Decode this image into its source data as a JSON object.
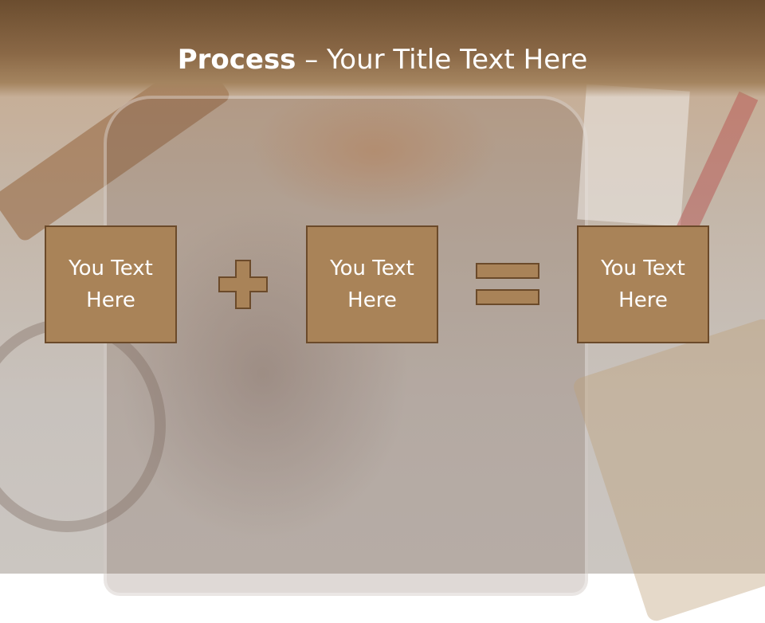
{
  "slide": {
    "title_bold": "Process",
    "title_rest": " – Your Title Text Here",
    "boxes": [
      {
        "line1": "You Text",
        "line2": "Here"
      },
      {
        "line1": "You Text",
        "line2": "Here"
      },
      {
        "line1": "You Text",
        "line2": "Here"
      }
    ],
    "operators": [
      "plus-icon",
      "equals-icon"
    ]
  },
  "colors": {
    "header": "#7a5a3a",
    "box_fill": "#a98358",
    "box_border": "#6b4a2a",
    "text": "#ffffff"
  }
}
